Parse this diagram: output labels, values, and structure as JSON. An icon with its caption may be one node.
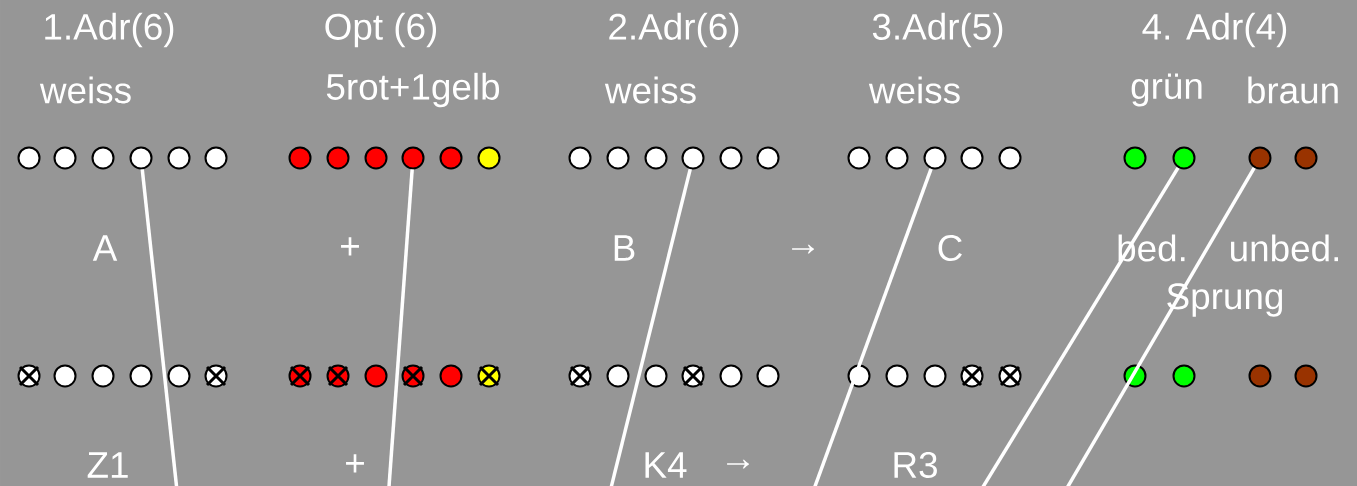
{
  "diagram": {
    "nodes": [
      {
        "text": [],
        "shape": "circle"
      },
      {
        "text": [],
        "shape": "circle"
      },
      {
        "text": [],
        "shape": "circle"
      },
      {
        "text": [],
        "shape": "circle"
      },
      {
        "text": [],
        "shape": "circle"
      },
      {
        "text": [],
        "shape": "circle"
      },
      {
        "text": [],
        "shape": "circle"
      },
      {
        "text": [],
        "shape": "circle"
      },
      {
        "text": [],
        "shape": "circle"
      },
      {
        "text": [],
        "shape": "circle"
      },
      {
        "text": [],
        "shape": "circle"
      },
      {
        "text": [],
        "shape": "circle"
      },
      {
        "text": [],
        "shape": "circle"
      },
      {
        "text": [],
        "shape": "circle"
      },
      {
        "text": [],
        "shape": "circle"
      },
      {
        "text": [],
        "shape": "circle"
      },
      {
        "text": [],
        "shape": "circle"
      },
      {
        "text": [],
        "shape": "circle"
      },
      {
        "text": [],
        "shape": "circle"
      },
      {
        "text": [],
        "shape": "circle"
      },
      {
        "text": [],
        "shape": "circle"
      },
      {
        "text": [],
        "shape": "circle"
      },
      {
        "text": [],
        "shape": "circle"
      },
      {
        "text": [],
        "shape": "circle"
      },
      {
        "text": [],
        "shape": "circle"
      },
      {
        "text": [],
        "shape": "circle"
      },
      {
        "text": [],
        "shape": "circle"
      },
      {
        "text": [],
        "shape": "circle"
      },
      {
        "text": [],
        "shape": "circle"
      },
      {
        "text": [],
        "shape": "circle"
      },
      {
        "text": [],
        "shape": "circle"
      },
      {
        "text": [],
        "shape": "circle"
      },
      {
        "text": [],
        "shape": "circle"
      },
      {
        "text": [],
        "shape": "circle"
      },
      {
        "text": [],
        "shape": "circle"
      },
      {
        "text": [],
        "shape": "circle"
      },
      {
        "text": [],
        "shape": "circle"
      },
      {
        "text": [],
        "shape": "circle"
      },
      {
        "text": [],
        "shape": "circle"
      },
      {
        "text": [],
        "shape": "circle"
      },
      {
        "text": [],
        "shape": "circle"
      },
      {
        "text": [],
        "shape": "circle"
      },
      {
        "text": [],
        "shape": "circle"
      },
      {
        "text": [],
        "shape": "circle"
      },
      {
        "text": [],
        "shape": "circle"
      },
      {
        "text": [],
        "shape": "circle"
      },
      {
        "text": [],
        "shape": "circle"
      },
      {
        "text": [],
        "shape": "circle"
      },
      {
        "text": [],
        "shape": "circle"
      },
      {
        "text": [],
        "shape": "circle"
      },
      {
        "text": [],
        "shape": "circle"
      },
      {
        "text": [],
        "shape": "circle"
      },
      {
        "text": [],
        "shape": "circle"
      },
      {
        "text": [],
        "shape": "circle"
      }
    ],
    "edges": [
      {
        "from": 3,
        "to": null,
        "arrow": "none"
      },
      {
        "from": 9,
        "to": null,
        "arrow": "none"
      },
      {
        "from": 15,
        "to": null,
        "arrow": "none"
      },
      {
        "from": 20,
        "to": null,
        "arrow": "none"
      },
      {
        "from": 24,
        "to": null,
        "arrow": "none"
      },
      {
        "from": 25,
        "to": null,
        "arrow": "none"
      }
    ],
    "labels": [
      "1.Adr(6)",
      "Opt (6)",
      "2.Adr(6)",
      "3.Adr(5)",
      "4. Adr(4)",
      "weiss",
      "5rot+1gelb",
      "weiss",
      "weiss",
      "grün",
      "braun",
      "A",
      "+",
      "B",
      "→",
      "C",
      "bed.",
      "unbed.",
      "Sprung",
      "Z1",
      "+",
      "K4",
      "→",
      "R3"
    ]
  }
}
